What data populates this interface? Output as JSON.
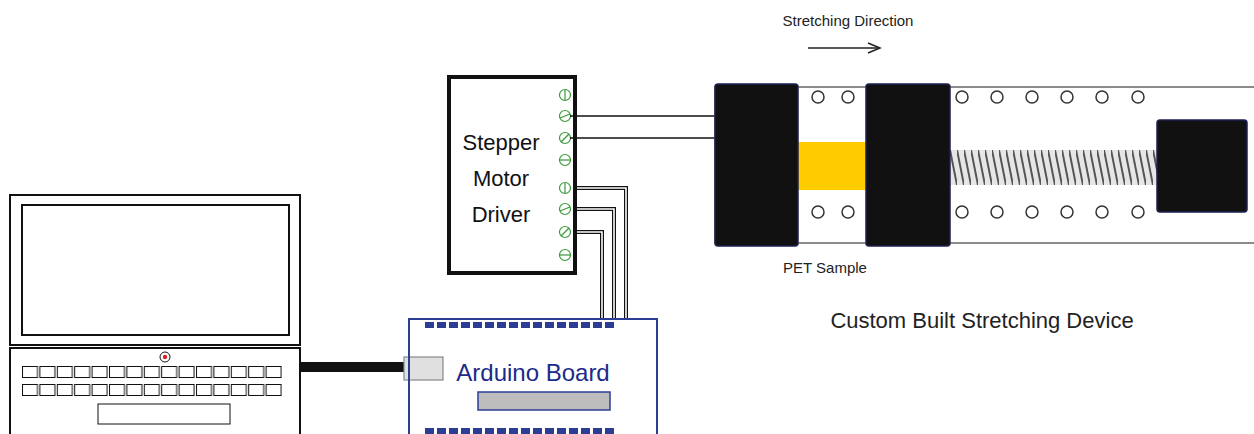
{
  "diagram": {
    "nodes": [
      {
        "text": [
          "Stepper Motor Driver"
        ]
      },
      {
        "text": [
          "Arduino Board"
        ]
      }
    ],
    "edges": [
      {
        "from": 0,
        "to": 1,
        "arrow": "none"
      }
    ],
    "labels": [
      "Stretching Direction",
      "PET Sample",
      "Custom Built Stretching Device"
    ]
  }
}
